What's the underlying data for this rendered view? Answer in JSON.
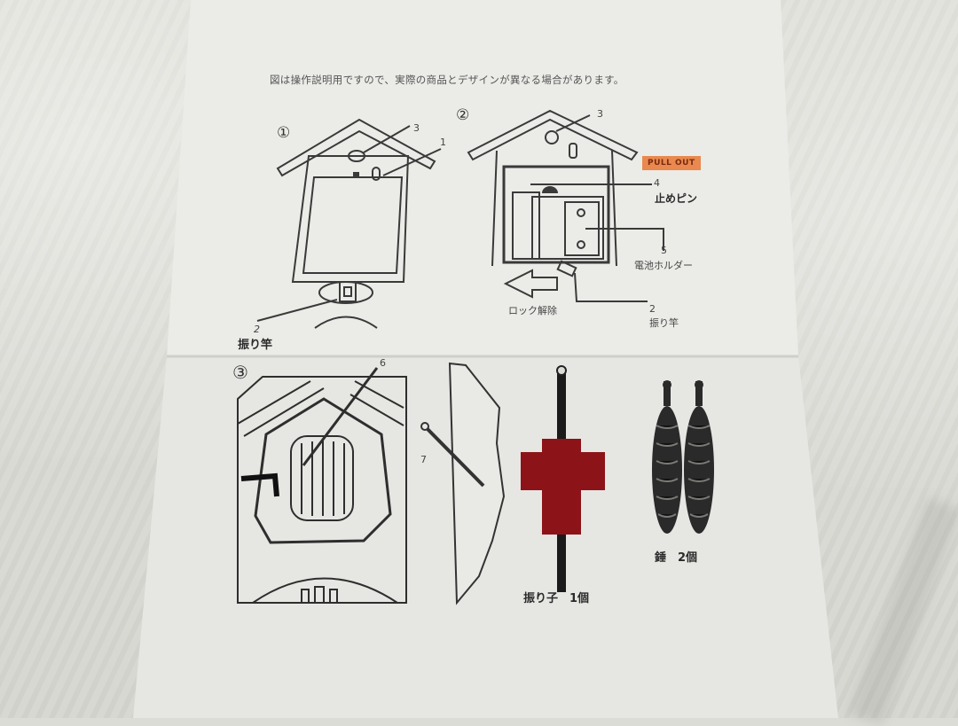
{
  "scene": {
    "description": "Photo of a folded instruction sheet for a cuckoo clock lying on a white textured cloth",
    "colors": {
      "paper": "#ececea",
      "cloth": "#dcdcd6",
      "ink": "#2a2a2a",
      "pendulum_red": "#8c1418",
      "pull_out_tag": "#e9894f"
    }
  },
  "sheet": {
    "disclaimer": "図は操作説明用ですので、実際の商品とデザインが異なる場合があります。",
    "panel1": {
      "number": "①",
      "callouts": [
        {
          "num": "3"
        },
        {
          "num": "1"
        },
        {
          "num": "2",
          "label": "振り竿"
        }
      ]
    },
    "panel2": {
      "number": "②",
      "tag": "PULL OUT",
      "callouts": [
        {
          "num": "3"
        },
        {
          "num": "4",
          "label": "止めピン"
        },
        {
          "num": "5",
          "label": "電池ホルダー"
        },
        {
          "num": "2",
          "label": "振り竿"
        }
      ],
      "arrow_label": "ロック解除"
    },
    "panel3": {
      "number": "③",
      "callouts": [
        {
          "num": "6"
        },
        {
          "num": "7"
        }
      ],
      "pendulum_label": "振り子　1個",
      "weights_label": "錘　2個"
    }
  }
}
